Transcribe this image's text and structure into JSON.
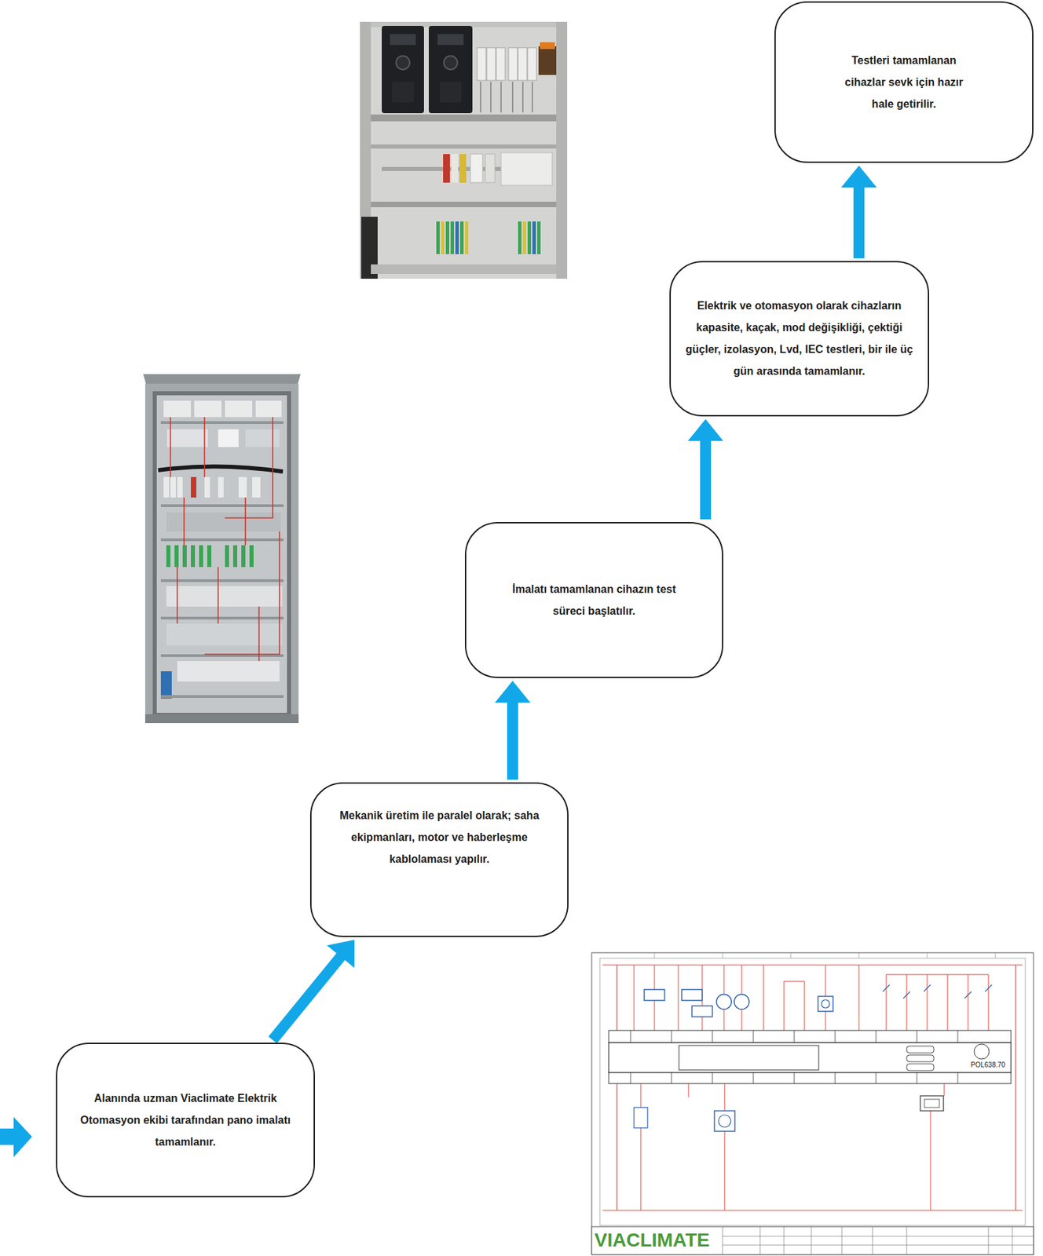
{
  "diagram": {
    "nodes": [
      {
        "text": [
          "Testleri tamamlanan cihazlar sevk için hazır hale getirilir."
        ]
      },
      {
        "text": [
          "Elektrik ve otomasyon olarak cihazların kapasite, kaçak, mod değişikliği, çektiği güçler, izolasyon, Lvd, IEC testleri, bir ile üç gün arasında tamamlanır."
        ]
      },
      {
        "text": [
          "İmalatı tamamlanan cihazın test süreci başlatılır."
        ]
      },
      {
        "text": [
          "Mekanik üretim ile paralel olarak; saha ekipmanları, motor ve haberleşme kablolaması yapılır."
        ]
      },
      {
        "text": [
          "Alanında uzman Viaclimate Elektrik Otomasyon ekibi tarafından pano imalatı tamamlanır."
        ]
      }
    ],
    "edges": [
      {
        "from": 4,
        "to": 3,
        "arrow": "to"
      },
      {
        "from": 3,
        "to": 2,
        "arrow": "to"
      },
      {
        "from": 2,
        "to": 1,
        "arrow": "to"
      },
      {
        "from": 1,
        "to": 0,
        "arrow": "to"
      }
    ],
    "labels": [
      "POL638.70",
      "VIACLIMATE"
    ]
  }
}
